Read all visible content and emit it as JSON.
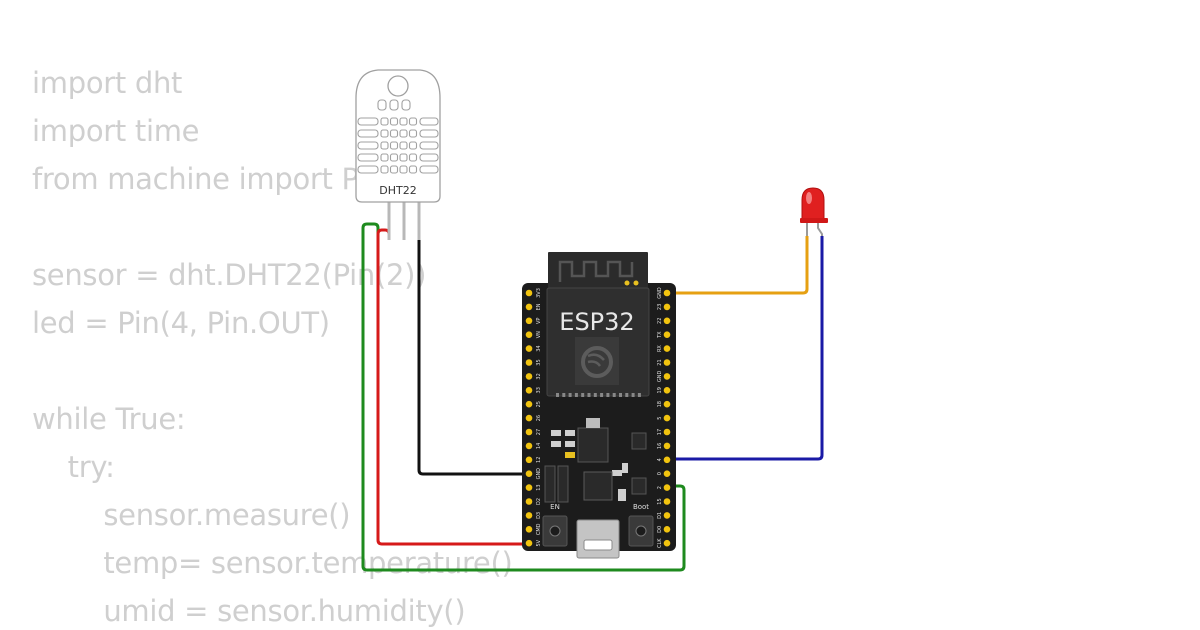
{
  "code_lines": [
    "import dht",
    "import time",
    "from machine import Pin",
    "",
    "sensor = dht.DHT22(Pin(2))",
    "led = Pin(4, Pin.OUT)",
    "",
    "while True:",
    "    try:",
    "        sensor.measure()",
    "        temp= sensor.temperature()",
    "        umid = sensor.humidity()"
  ],
  "components": {
    "sensor": {
      "label": "DHT22"
    },
    "board": {
      "label": "ESP32",
      "en_label": "EN",
      "boot_label": "Boot",
      "left_pins": [
        "3V3",
        "EN",
        "VP",
        "VN",
        "34",
        "35",
        "32",
        "33",
        "25",
        "26",
        "27",
        "14",
        "12",
        "GND",
        "13",
        "D2",
        "D3",
        "CMD",
        "5V"
      ],
      "right_pins": [
        "GND",
        "23",
        "22",
        "TX",
        "RX",
        "21",
        "GND",
        "19",
        "18",
        "5",
        "17",
        "16",
        "4",
        "0",
        "2",
        "15",
        "D1",
        "D0",
        "CLK"
      ]
    },
    "led": {
      "color": "#e02020"
    }
  },
  "wire_colors": {
    "green": "#1e8a1e",
    "red": "#d61a1a",
    "black": "#111111",
    "orange": "#e6a012",
    "blue": "#1a1aa6"
  }
}
